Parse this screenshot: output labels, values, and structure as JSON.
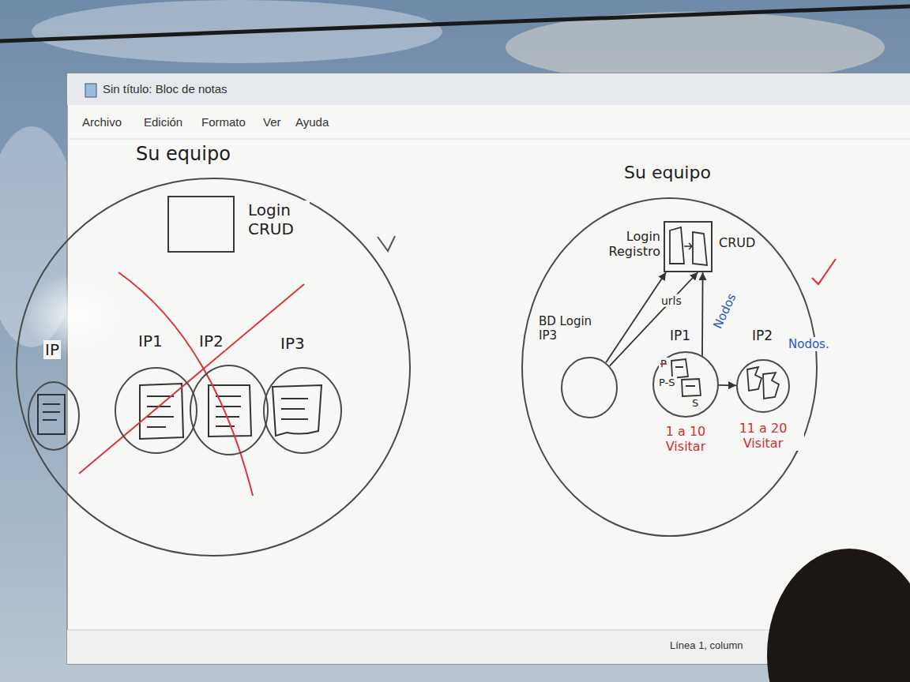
{
  "diagram": {
    "nodes": [
      {
        "text": [
          "Su equipo"
        ]
      },
      {
        "text": [
          "Login CRUD"
        ],
        "in": 0
      },
      {
        "text": [
          "IP"
        ],
        "in": 0
      },
      {
        "text": [
          "IP1"
        ],
        "in": 0
      },
      {
        "text": [
          "IP2"
        ],
        "in": 0
      },
      {
        "text": [
          "IP3"
        ],
        "in": 0
      },
      {
        "text": [
          "Su equipo"
        ]
      },
      {
        "text": [
          "Login Registro",
          "CRUD"
        ],
        "in": 6
      },
      {
        "text": [
          "BD Login IP3"
        ],
        "in": 6
      },
      {
        "text": [
          "IP1",
          "P",
          "P-S",
          "S",
          "Nodos",
          "1 a 10 Visitar"
        ],
        "in": 6
      },
      {
        "text": [
          "IP2",
          "Nodos.",
          "11 a 20 Visitar"
        ],
        "in": 6
      }
    ],
    "edges": [
      {
        "from": 8,
        "to": 7,
        "arrow": "to"
      },
      {
        "from": 8,
        "to": 7,
        "label": "urls",
        "arrow": "to"
      },
      {
        "from": 9,
        "to": 7,
        "arrow": "to"
      },
      {
        "from": 9,
        "to": 10,
        "arrow": "to"
      }
    ],
    "labels": [
      "Sin título: Bloc de notas",
      "Archivo",
      "Edición",
      "Formato",
      "Ver",
      "Ayuda",
      "Línea 1, column"
    ]
  }
}
